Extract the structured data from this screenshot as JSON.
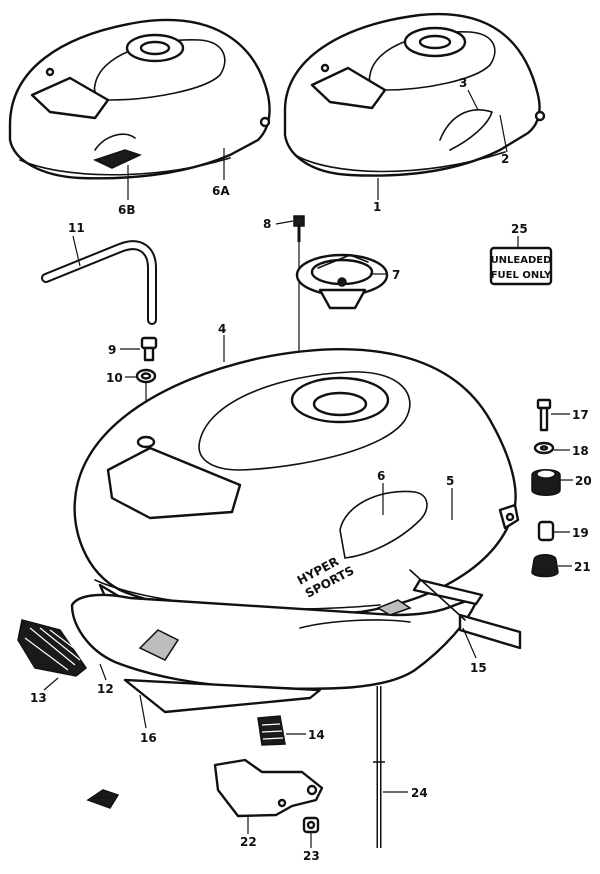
{
  "callouts": {
    "c1": "1",
    "c2": "2",
    "c3": "3",
    "c4": "4",
    "c5": "5",
    "c6": "6",
    "c6a": "6A",
    "c6b": "6B",
    "c7": "7",
    "c8": "8",
    "c9": "9",
    "c10": "10",
    "c11": "11",
    "c12": "12",
    "c13": "13",
    "c14": "14",
    "c15": "15",
    "c16": "16",
    "c17": "17",
    "c18": "18",
    "c19": "19",
    "c20": "20",
    "c21": "21",
    "c22": "22",
    "c23": "23",
    "c24": "24",
    "c25": "25"
  },
  "decal": {
    "line1": "UNLEADED",
    "line2": "FUEL ONLY"
  },
  "tank_text": {
    "brand_line1": "HYPER",
    "brand_line2": "SPORTS"
  }
}
